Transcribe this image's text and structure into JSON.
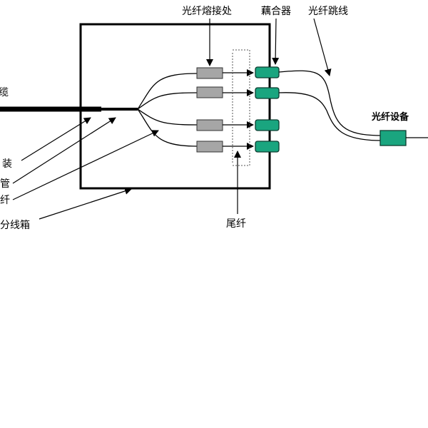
{
  "labels": {
    "fiber_splice": "光纤熔接处",
    "coupler": "藕合器",
    "patch_cord": "光纤跳线",
    "fiber_equipment": "光纤设备",
    "pigtail": "尾纤",
    "cable_partial": "缆",
    "armor_partial": "装",
    "tube_partial": "管",
    "fiber_partial": "纤",
    "distribution_box_partial": "分线箱"
  },
  "colors": {
    "splice": "#a6a6a6",
    "coupler": "#1aa57f",
    "line": "#000000"
  }
}
